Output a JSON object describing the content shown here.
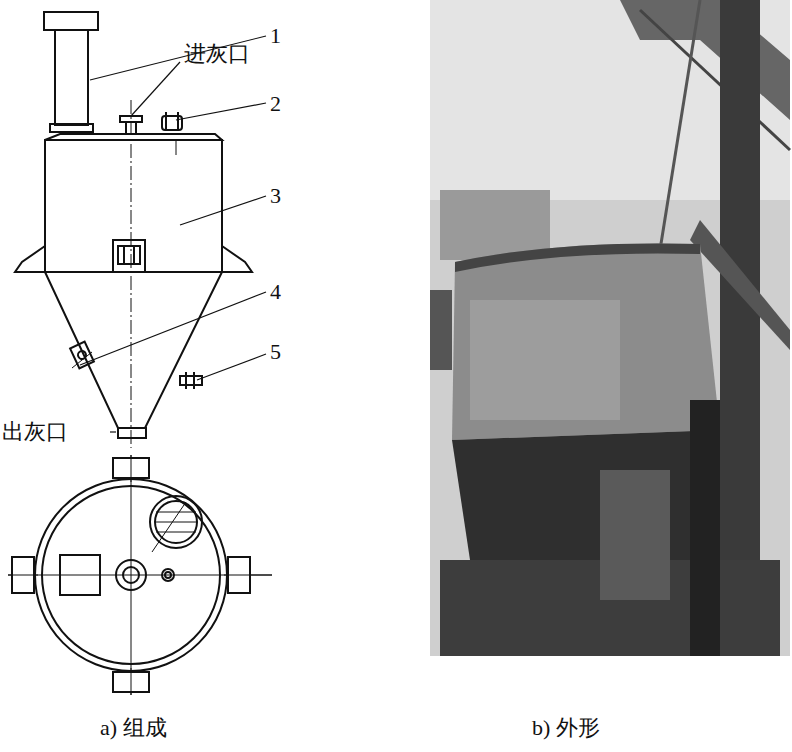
{
  "diagram": {
    "labels": [
      "1",
      "进灰口",
      "2",
      "3",
      "4",
      "5",
      "出灰口",
      "a) 组成",
      "b) 外形"
    ]
  }
}
